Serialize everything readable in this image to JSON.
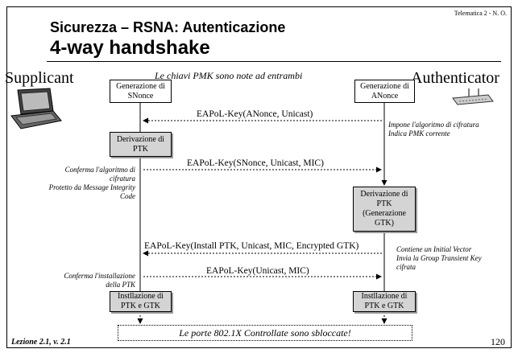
{
  "header": {
    "course": "Telematica 2 - N. O."
  },
  "title": {
    "line1": "Sicurezza – RSNA: Autenticazione",
    "line2": "4-way handshake"
  },
  "roles": {
    "supplicant": "Supplicant",
    "authenticator": "Authenticator"
  },
  "top_note": "Le chiavi PMK sono note ad entrambi",
  "boxes": {
    "sgen": "Generazione di SNonce",
    "agen": "Generazione di ANonce",
    "sptk": "Derivazione di PTK",
    "aptk": "Derivazione di PTK (Generazione GTK)",
    "sinst": "Instllazione di PTK e GTK",
    "ainst": "Instllazione di PTK e GTK"
  },
  "messages": {
    "m1": "EAPoL-Key(ANonce, Unicast)",
    "m2": "EAPoL-Key(SNonce, Unicast, MIC)",
    "m3": "EAPoL-Key(Install PTK, Unicast, MIC, Encrypted GTK)",
    "m4": "EAPoL-Key(Unicast, MIC)"
  },
  "notes": {
    "right1_a": "Impone l'algoritmo di cifratura",
    "right1_b": "Indica PMK corrente",
    "left2_a": "Conferma l'algoritmo di",
    "left2_b": "cifratura",
    "left2_c": "Protetto da Message Integrity",
    "left2_d": "Code",
    "right3_a": "Contiene un Initial Vector",
    "right3_b": "Invia la Group Transient Key",
    "right3_c": "cifrata",
    "left4_a": "Conferma l'installazione",
    "left4_b": "della PTK"
  },
  "bottom_box": "Le porte 802.1X Controllate sono sbloccate!",
  "footer": {
    "lesson": "Lezione 2.1, v. 2.1",
    "page": "120"
  }
}
